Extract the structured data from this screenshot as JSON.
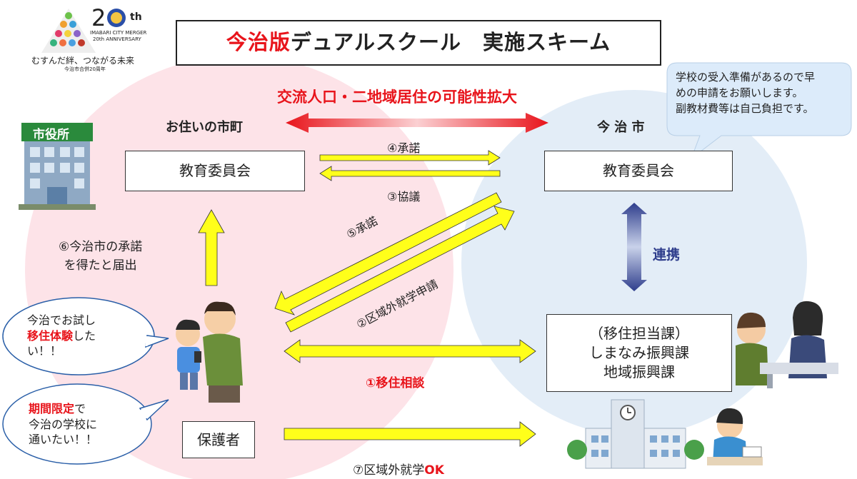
{
  "logo": {
    "big_text": "2",
    "th": "th",
    "merger_line1": "IMABARI CITY MERGER",
    "merger_line2": "20th ANNIVERSARY",
    "slogan": "むすんだ絆、つながる未来",
    "sub": "今治市合併20周年"
  },
  "title": {
    "red_part": "今治版",
    "rest": "デュアルスクール　実施スキーム"
  },
  "top_banner": "交流人口・二地域居住の可能性拡大",
  "left_region": "お住いの市町",
  "right_region": "今 治 市",
  "city_hall_sign": "市役所",
  "left_board": "教育委員会",
  "right_board": "教育委員会",
  "step4": "④承諾",
  "step3": "③協議",
  "step5": "⑤承諾",
  "step2": "②区域外就学申請",
  "step6_line1": "⑥今治市の承諾",
  "step6_line2": "を得たと届出",
  "renkei": "連携",
  "step1": "①移住相談",
  "step7_prefix": "⑦区域外就学",
  "step7_ok": "OK",
  "dept": {
    "line1": "（移住担当課）",
    "line2": "しまなみ振興課",
    "line3": "地域振興課"
  },
  "guardian": "保護者",
  "bubble_right": {
    "line1": "学校の受入準備があるので早",
    "line2": "めの申請をお願いします。",
    "line3": "副教材費等は自己負担です。"
  },
  "bubble_left1": {
    "line1": "今治でお試し",
    "line2_red": "移住体験",
    "line2_rest": "した",
    "line3": "い！！"
  },
  "bubble_left2": {
    "line1_red": "期間限定",
    "line1_rest": "で",
    "line2": "今治の学校に",
    "line3": "通いたい！！"
  },
  "colors": {
    "red": "#e8141b",
    "yellow": "#ffff1a",
    "blue_arrow": "#2e3d8c",
    "pink_circle": "#fde3e8",
    "blue_circle": "#e3edf7"
  }
}
